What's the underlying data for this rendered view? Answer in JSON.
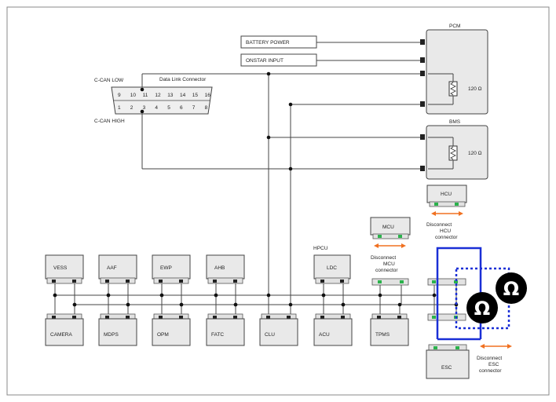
{
  "labels": {
    "battery_power": "BATTERY POWER",
    "onstar_input": "ONSTAR INPUT",
    "pcm": "PCM",
    "bms": "BMS",
    "hcu": "HCU",
    "mcu": "MCU",
    "esc": "ESC",
    "ldc": "LDC",
    "hpcu": "HPCU",
    "c_can_low": "C-CAN LOW",
    "c_can_high": "C-CAN HIGH",
    "dlc_title": "Data Link Connector",
    "resistance_pcm": "120 Ω",
    "resistance_bms": "120 Ω",
    "disconnect_hcu": [
      "Disconnect",
      "HCU",
      "connector"
    ],
    "disconnect_mcu": [
      "Disconnect",
      "MCU",
      "connector"
    ],
    "disconnect_esc": [
      "Disconnect",
      "ESC",
      "connector"
    ],
    "ohm_symbol": "Ω"
  },
  "dlc_pins_top": [
    "9",
    "10",
    "11",
    "12",
    "13",
    "14",
    "15",
    "16"
  ],
  "dlc_pins_bottom": [
    "1",
    "2",
    "3",
    "4",
    "5",
    "6",
    "7",
    "8"
  ],
  "top_modules": [
    "VESS",
    "AAF",
    "EWP",
    "AHB"
  ],
  "bottom_modules": [
    "CAMERA",
    "MDPS",
    "OPM",
    "FATC",
    "CLU",
    "ACU",
    "TPMS"
  ],
  "colors": {
    "connector_green": "#2bb24c",
    "arrow_orange": "#f07020",
    "blue_loop": "#1a2fd6",
    "wire": "#444444"
  }
}
